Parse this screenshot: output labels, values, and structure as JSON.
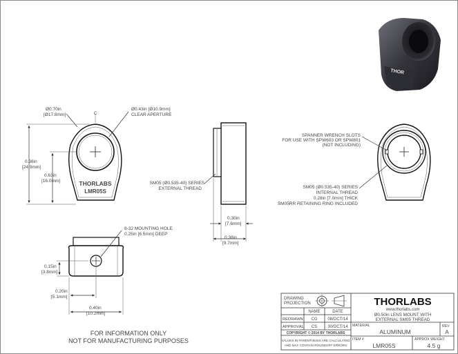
{
  "front_view": {
    "outer_dia": "Ø0.70in",
    "outer_dia_mm": "[Ø17.8mm]",
    "aperture_dia": "Ø0.43in [Ø10.9mm]",
    "aperture_label": "CLEAR APERTURE",
    "centerline": "C",
    "height": "0.98in",
    "height_mm": "[24.9mm]",
    "center_height": "0.63in",
    "center_height_mm": "[16.0mm]",
    "engraving_brand": "THORLABS",
    "engraving_model": "LMR05S"
  },
  "side_view": {
    "thread_spec": "SM05 (Ø0.535-40) SERIES",
    "thread_type": "EXTERNAL THREAD",
    "thickness": "0.30in",
    "thickness_mm": "[7.6mm]",
    "overall": "0.38in",
    "overall_mm": "[9.7mm]"
  },
  "back_view": {
    "spanner_line1": "SPANNER WRENCH SLOTS",
    "spanner_line2": "FOR USE WITH SPW603 OR SPW801",
    "spanner_line3": "(NOT INCLUDING)",
    "thread_line1": "SM05 (Ø0.535-40) SERIES",
    "thread_line2": "INTERNAL THREAD",
    "thread_line3": "0.28in [7.0mm] THICK",
    "thread_line4": "SM05RR RETAINING RING INCLUDED"
  },
  "bottom_view": {
    "hole_line1": "8-32 MOUNTING HOLE",
    "hole_line2": "0.25in [6.5mm] DEEP",
    "hole_height": "0.15in",
    "hole_height_mm": "[3.8mm]",
    "hole_offset": "0.20in",
    "hole_offset_mm": "[5.1mm]",
    "width": "0.40in",
    "width_mm": "[10.2mm]"
  },
  "notice": {
    "line1": "FOR INFORMATION ONLY",
    "line2": "NOT FOR MANUFACTURING PURPOSES"
  },
  "photo": {
    "brand_text": "THOR"
  },
  "title_block": {
    "drawing_projection_1": "DRAWING",
    "drawing_projection_2": "PROJECTION",
    "name_header": "NAME",
    "date_header": "DATE",
    "redrawn_label": "REDRAWN",
    "redrawn_name": "CG",
    "redrawn_date": "08/OCT/14",
    "approval_label": "APPROVAL",
    "approval_name": "CS",
    "approval_date": "30/OCT/14",
    "copyright": "COPYRIGHT © 2014 BY THORLABS",
    "values_note_1": "VALUES IN PARENTHESIS ARE CALCULATED",
    "values_note_2": "AND MAY CONTAIN ROUNDOFF ERRORS",
    "brand_logo": "THORLABS",
    "website": "www.thorlabs.com",
    "desc_line1": "Ø0.50in LENS MOUNT WITH",
    "desc_line2": "EXTERNAL SM05 THREAD",
    "material_label": "MATERIAL",
    "material": "ALUMINUM",
    "rev_label": "REV",
    "rev": "A",
    "item_label": "ITEM #",
    "item": "LMR05S",
    "weight_label": "APPROX WEIGHT",
    "weight": "4.5 g"
  }
}
